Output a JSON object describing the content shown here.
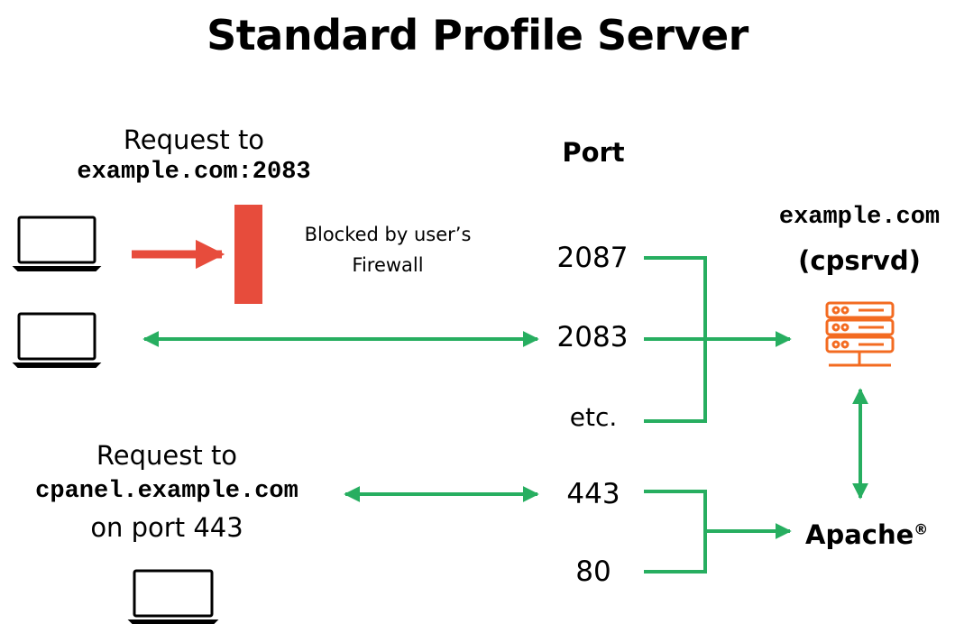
{
  "title": "Standard Profile Server",
  "request1": {
    "line1": "Request to",
    "host": "example.com:2083"
  },
  "firewall": {
    "label_line1": "Blocked by user’s",
    "label_line2": "Firewall"
  },
  "ports": {
    "header": "Port",
    "items": [
      "2087",
      "2083",
      "etc.",
      "443",
      "80"
    ]
  },
  "server": {
    "name": "example.com",
    "process": "(cpsrvd)",
    "icon": "server-icon"
  },
  "apache": {
    "label": "Apache",
    "mark": "®"
  },
  "request2": {
    "line1": "Request to",
    "host": "cpanel.example.com",
    "line3": "on port 443"
  },
  "colors": {
    "allowed": "#27ae60",
    "blocked": "#e74c3c",
    "server": "#f36b21"
  },
  "icons": [
    "laptop-icon",
    "server-icon",
    "firewall-block"
  ]
}
